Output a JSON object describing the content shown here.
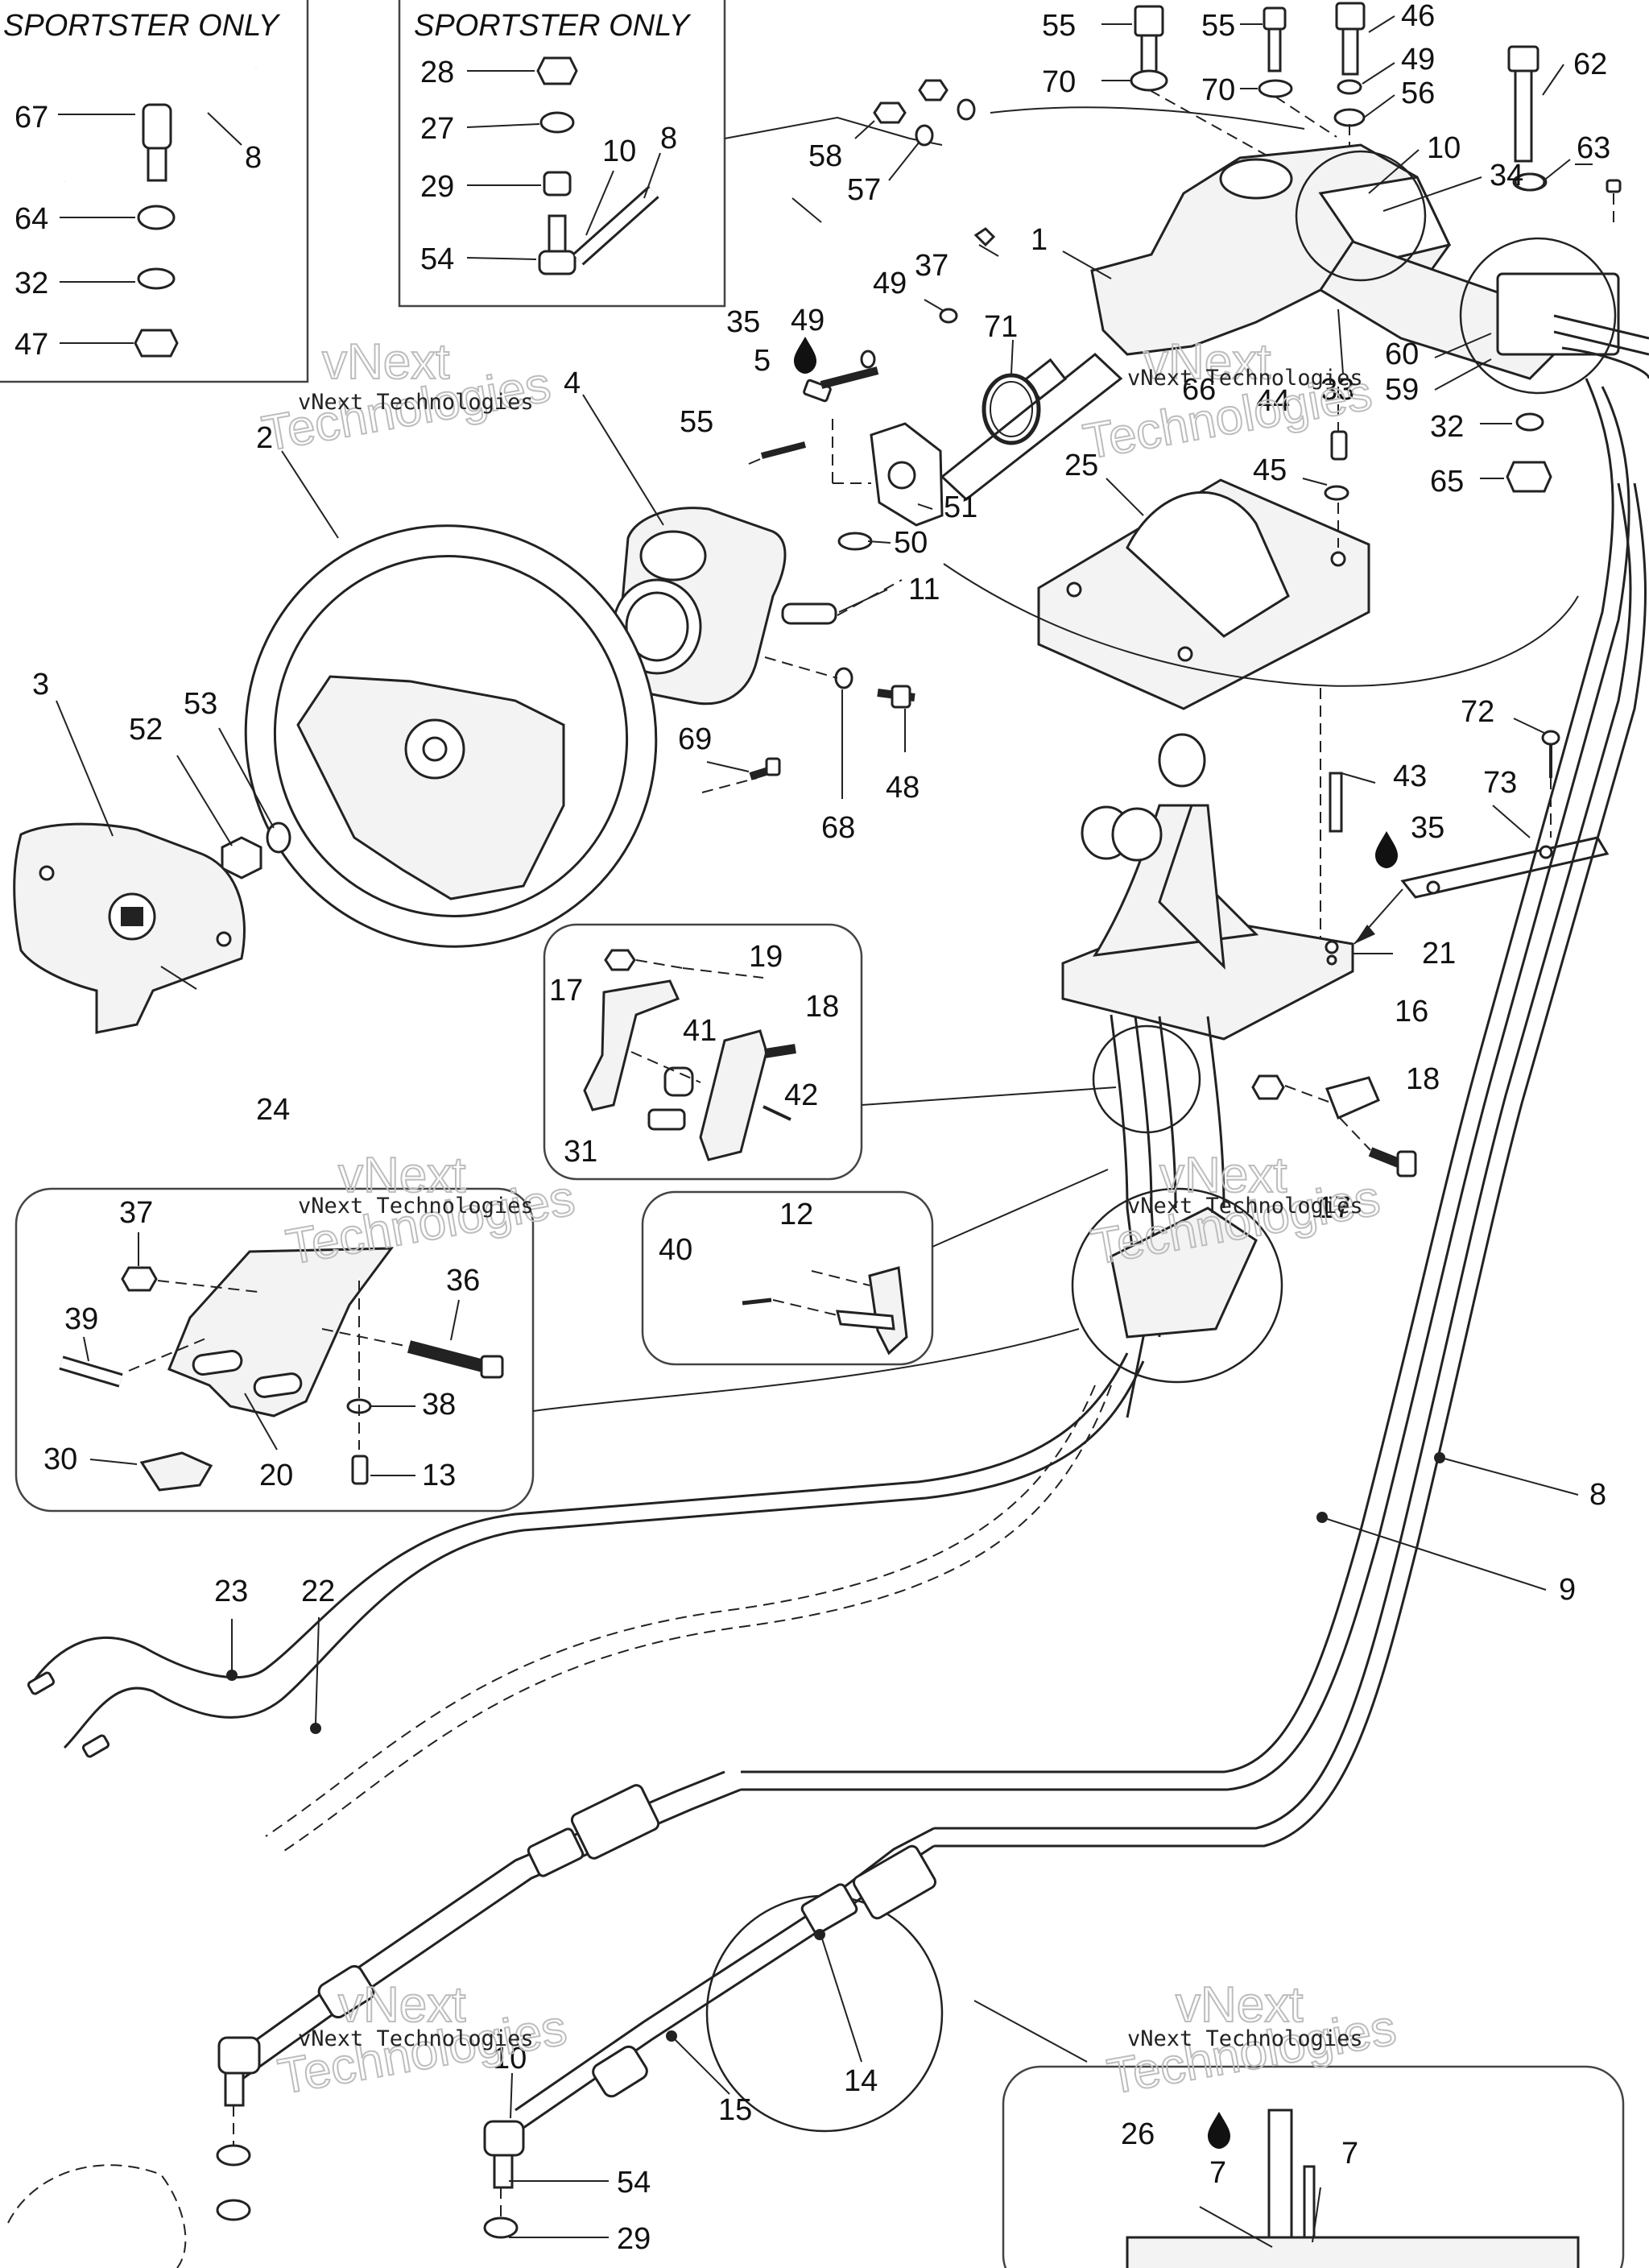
{
  "headers": {
    "sportster_left": "SPORTSTER ONLY",
    "sportster_right": "SPORTSTER ONLY"
  },
  "watermark": {
    "small": "vNext Technologies",
    "large_top": "vNext",
    "large_bottom": "Technologies"
  },
  "callouts": {
    "inset_left": [
      "67",
      "8",
      "64",
      "32",
      "47"
    ],
    "inset_right": [
      "28",
      "27",
      "29",
      "10",
      "8",
      "54"
    ],
    "top_area": [
      "55",
      "70",
      "55",
      "70",
      "46",
      "49",
      "56",
      "62",
      "63",
      "10",
      "34",
      "58",
      "57",
      "1",
      "37",
      "49",
      "35",
      "49",
      "5",
      "71",
      "66",
      "44",
      "33",
      "60",
      "59",
      "55",
      "32",
      "65",
      "4",
      "2",
      "45",
      "25",
      "51",
      "50",
      "11"
    ],
    "wheel_area": [
      "3",
      "52",
      "53",
      "69",
      "68",
      "48",
      "24",
      "72",
      "73",
      "43",
      "35",
      "21"
    ],
    "bracket_inset": [
      "17",
      "19",
      "18",
      "41",
      "42",
      "31",
      "16",
      "18",
      "17"
    ],
    "pin_inset": [
      "12",
      "40"
    ],
    "lower_left_inset": [
      "37",
      "36",
      "39",
      "38",
      "30",
      "20",
      "13"
    ],
    "cables": [
      "8",
      "9",
      "23",
      "22",
      "14",
      "15",
      "10",
      "54",
      "29"
    ],
    "detail_box": [
      "26",
      "7",
      "7"
    ]
  },
  "drop_icon": "oil-drop-icon",
  "colors": {
    "line": "#222222",
    "watermark": "#bdbdbd",
    "background": "#ffffff"
  }
}
